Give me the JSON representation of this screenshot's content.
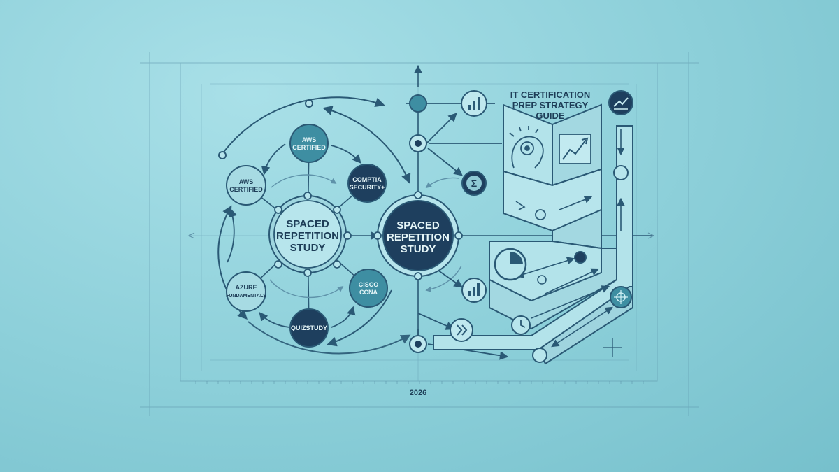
{
  "diagram": {
    "title_lines": [
      "IT CERTIFICATION",
      "PREP STRATEGY",
      "GUIDE"
    ],
    "year_label": "2026",
    "center_left": {
      "lines": [
        "SPACED",
        "REPETITION",
        "STUDY"
      ]
    },
    "center_right": {
      "lines": [
        "SPACED",
        "REPETITION",
        "STUDY"
      ]
    },
    "nodes": {
      "aws_top": {
        "lines": [
          "AWS",
          "CERTIFIED"
        ]
      },
      "aws_left": {
        "lines": [
          "AWS",
          "CERTIFIED"
        ]
      },
      "comptia": {
        "lines": [
          "COMPTIA",
          "SECURITY+"
        ]
      },
      "azure": {
        "lines": [
          "AZURE",
          "FUNDAMENTALS"
        ]
      },
      "cisco": {
        "lines": [
          "CISCO",
          "CCNA"
        ]
      },
      "quizstudy": {
        "lines": [
          "QUIZSTUDY"
        ]
      }
    },
    "icons": [
      "bar-chart-icon",
      "brain-icon",
      "trend-up-icon",
      "sigma-icon",
      "timer-icon",
      "clock-icon",
      "fast-forward-icon",
      "target-icon",
      "checkmark-chart-icon",
      "pie-chart-icon"
    ],
    "colors": {
      "line": "#2a5975",
      "dark_fill": "#1e3f5e",
      "teal_fill": "#3e8ea2",
      "light_fill": "#a7dbe3",
      "panel": "#b3e3ea"
    }
  }
}
